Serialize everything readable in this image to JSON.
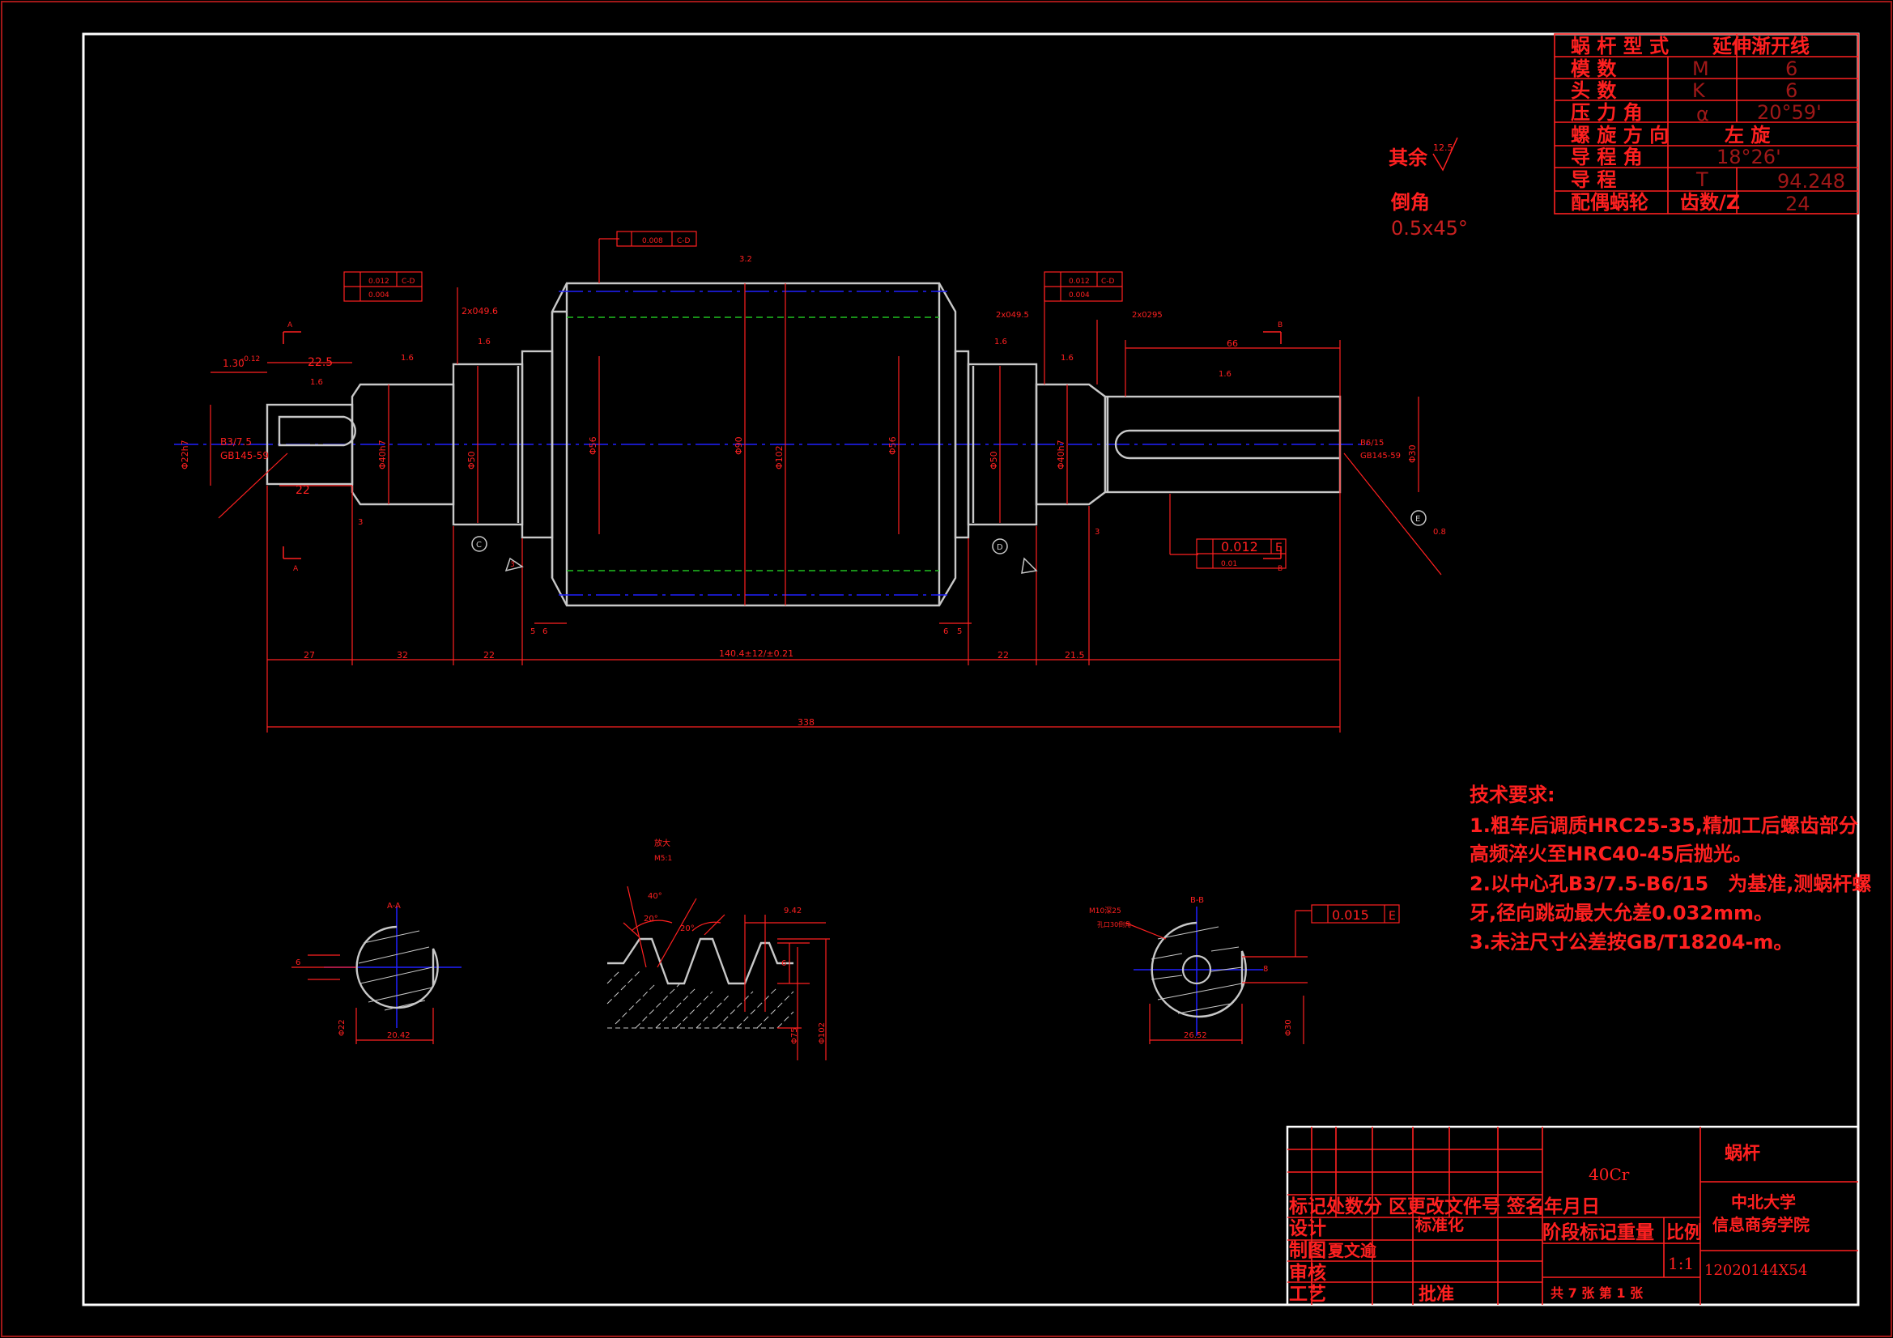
{
  "colors": {
    "background": "#000000",
    "outline": "#c8c8c8",
    "red": "#ff2020",
    "dark_red": "#a01818",
    "center_blue": "#2020ff",
    "pitch_green": "#20c020",
    "white": "#ffffff"
  },
  "params": {
    "rows": [
      {
        "name": "蜗 杆 型 式",
        "sym": "",
        "val": "延伸渐开线"
      },
      {
        "name": "模 数",
        "sym": "M",
        "val": "6"
      },
      {
        "name": "头 数",
        "sym": "K",
        "val": "6"
      },
      {
        "name": "压 力 角",
        "sym": "α",
        "val": "20°59'"
      },
      {
        "name": "螺 旋 方 向",
        "sym": "",
        "val": "左 旋"
      },
      {
        "name": "导 程 角",
        "sym": "",
        "val": "18°26'"
      },
      {
        "name": "导 程",
        "sym": "T",
        "val": "94.248"
      },
      {
        "name": "配偶蜗轮",
        "sym": "齿数/Z",
        "val": "24"
      }
    ]
  },
  "surface": {
    "rest_label": "其余",
    "rest_value": "12.5",
    "chamfer_label": "倒角",
    "chamfer_value": "0.5x45°"
  },
  "tech": {
    "title": "技术要求:",
    "lines": [
      "1.粗车后调质HRC25-35,精加工后螺齿部分",
      "高频淬火至HRC40-45后抛光。",
      "2.以中心孔B3/7.5-B6/15　为基准,测蜗杆螺",
      "牙,径向跳动最大允差0.032mm。",
      "3.未注尺寸公差按GB/T18204-m。"
    ]
  },
  "title_block": {
    "material": "40Cr",
    "part_name": "蜗杆",
    "school_1": "中北大学",
    "school_2": "信息商务学院",
    "drawing_no": "12020144X54",
    "scale": "1:1",
    "sheets": "共 7 张  第 1 张",
    "header_labels": "标记处数分 区更改文件号 签名年月日",
    "row_design": "设计",
    "row_standard": "标准化",
    "row_draw": "制图",
    "drafter": "夏文逾",
    "row_check": "审核",
    "row_process": "工艺",
    "row_approve": "批准",
    "stage_labels": "阶段标记重量",
    "scale_label": "比例"
  },
  "dims": {
    "total_length": "338",
    "seg_27": "27",
    "seg_32": "32",
    "seg_22a": "22",
    "seg_worm": "140.4±12/±0.21",
    "seg_22b": "22",
    "seg_215": "21.5",
    "d_66": "66",
    "d_225": "22.5",
    "d_22": "22",
    "d_130": "1.30",
    "d_012": "-0.12",
    "center_a": "B3/7.5",
    "center_a_std": "GB145-59",
    "center_b": "B6/15",
    "center_b_std": "GB145-59",
    "chamfer_l": "2x049.6",
    "chamfer_r": "2x049.5",
    "chamfer_r2": "2x0295",
    "tol_1a": "0.012",
    "tol_1b": "0.004",
    "tol_ref": "C-D",
    "tol_2a": "0.008",
    "tol_3a": "0.012",
    "tol_3b": "0.004",
    "tol_4a": "0.012",
    "tol_4b": "0.01",
    "tol_4ref": "E",
    "ra_16": "1.6",
    "ra_32": "3.2",
    "ra_08": "0.8",
    "dia_labels": [
      "Φ22h7",
      "Φ40h7",
      "Φ50",
      "Φ56",
      "Φ90",
      "Φ102",
      "Φ56",
      "Φ50",
      "Φ40h7",
      "Φ30"
    ],
    "sec_a": "A-A",
    "sec_b": "B-B",
    "detail_label": "放大",
    "detail_scale": "M5:1",
    "detail_40": "40°",
    "detail_20a": "20°",
    "detail_20b": "20°",
    "detail_942": "9.42",
    "detail_75": "Φ75",
    "detail_102": "Φ102",
    "sec_a_width": "20.42",
    "sec_a_dia": "Φ22",
    "sec_a_6": "6",
    "sec_b_width": "26.52",
    "sec_b_dia": "Φ30",
    "sec_b_8": "8",
    "sec_b_tol": "0.015",
    "sec_b_tol_ref": "E",
    "sec_b_note1": "M10深25",
    "sec_b_note2": "孔口30倒角",
    "letter_a": "A",
    "letter_b": "B",
    "letter_c": "C",
    "letter_d": "D",
    "letter_e": "E",
    "dim_3": "3",
    "dim_5": "5",
    "dim_6": "6"
  }
}
